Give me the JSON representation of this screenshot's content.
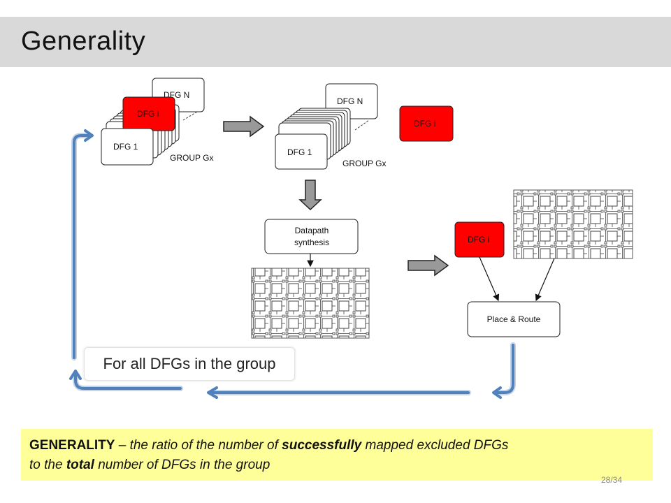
{
  "slide": {
    "title": "Generality",
    "page_number": "28/34"
  },
  "diagram": {
    "stage1": {
      "front_label": "DFG 1",
      "back_label": "DFG N",
      "highlight_label": "DFG i",
      "group_label": "GROUP Gx"
    },
    "stage2": {
      "front_label": "DFG 1",
      "back_label": "DFG N",
      "group_label": "GROUP Gx",
      "excluded_label": "DFG i"
    },
    "datapath_label_line1": "Datapath",
    "datapath_label_line2": "synthesis",
    "stage3": {
      "dfg_label": "DFG i",
      "place_route_label": "Place & Route"
    },
    "loop_label": "For all DFGs in the group",
    "colors": {
      "highlight": "#ff0000",
      "loop_arrow": "#4f81bd",
      "block_arrow": "#999999"
    }
  },
  "definition": {
    "term": "GENERALITY",
    "dash": " – ",
    "part1": "the ratio of the number of ",
    "bold1": "successfully",
    "part2": " mapped excluded DFGs",
    "part3": "to the ",
    "bold2": "total",
    "part4": " number of DFGs in the group"
  }
}
